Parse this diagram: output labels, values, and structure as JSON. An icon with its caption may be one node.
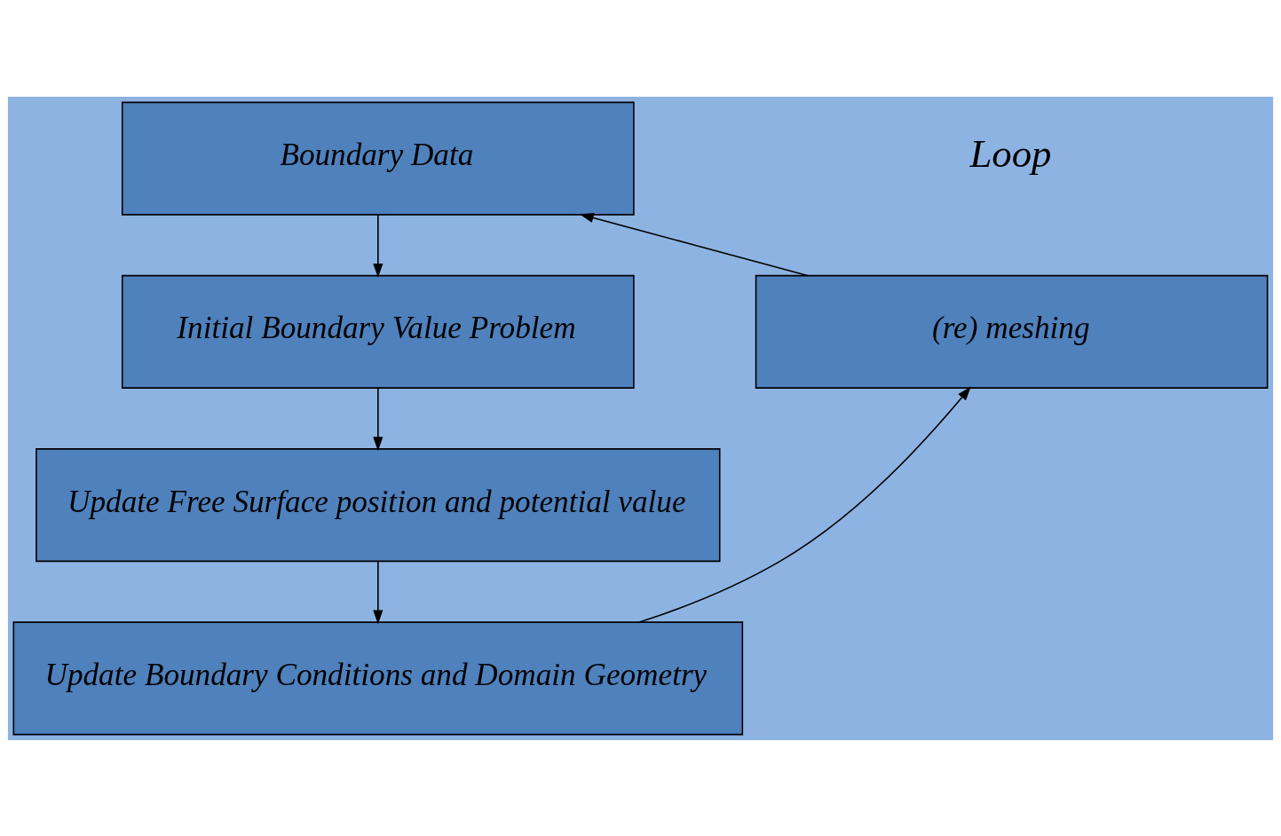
{
  "diagram": {
    "nodes": [
      {
        "text": [
          "Boundary Data"
        ]
      },
      {
        "text": [
          "Initial Boundary Value Problem"
        ]
      },
      {
        "text": [
          "Update Free Surface position and potential value"
        ]
      },
      {
        "text": [
          "Update Boundary Conditions and Domain Geometry"
        ]
      },
      {
        "text": [
          "(re) meshing"
        ]
      }
    ],
    "edges": [
      {
        "from": 0,
        "to": 1,
        "arrow": "to"
      },
      {
        "from": 1,
        "to": 2,
        "arrow": "to"
      },
      {
        "from": 2,
        "to": 3,
        "arrow": "to"
      },
      {
        "from": 3,
        "to": 4,
        "arrow": "to"
      },
      {
        "from": 4,
        "to": 0,
        "arrow": "to"
      }
    ],
    "labels": [
      "Loop"
    ]
  }
}
